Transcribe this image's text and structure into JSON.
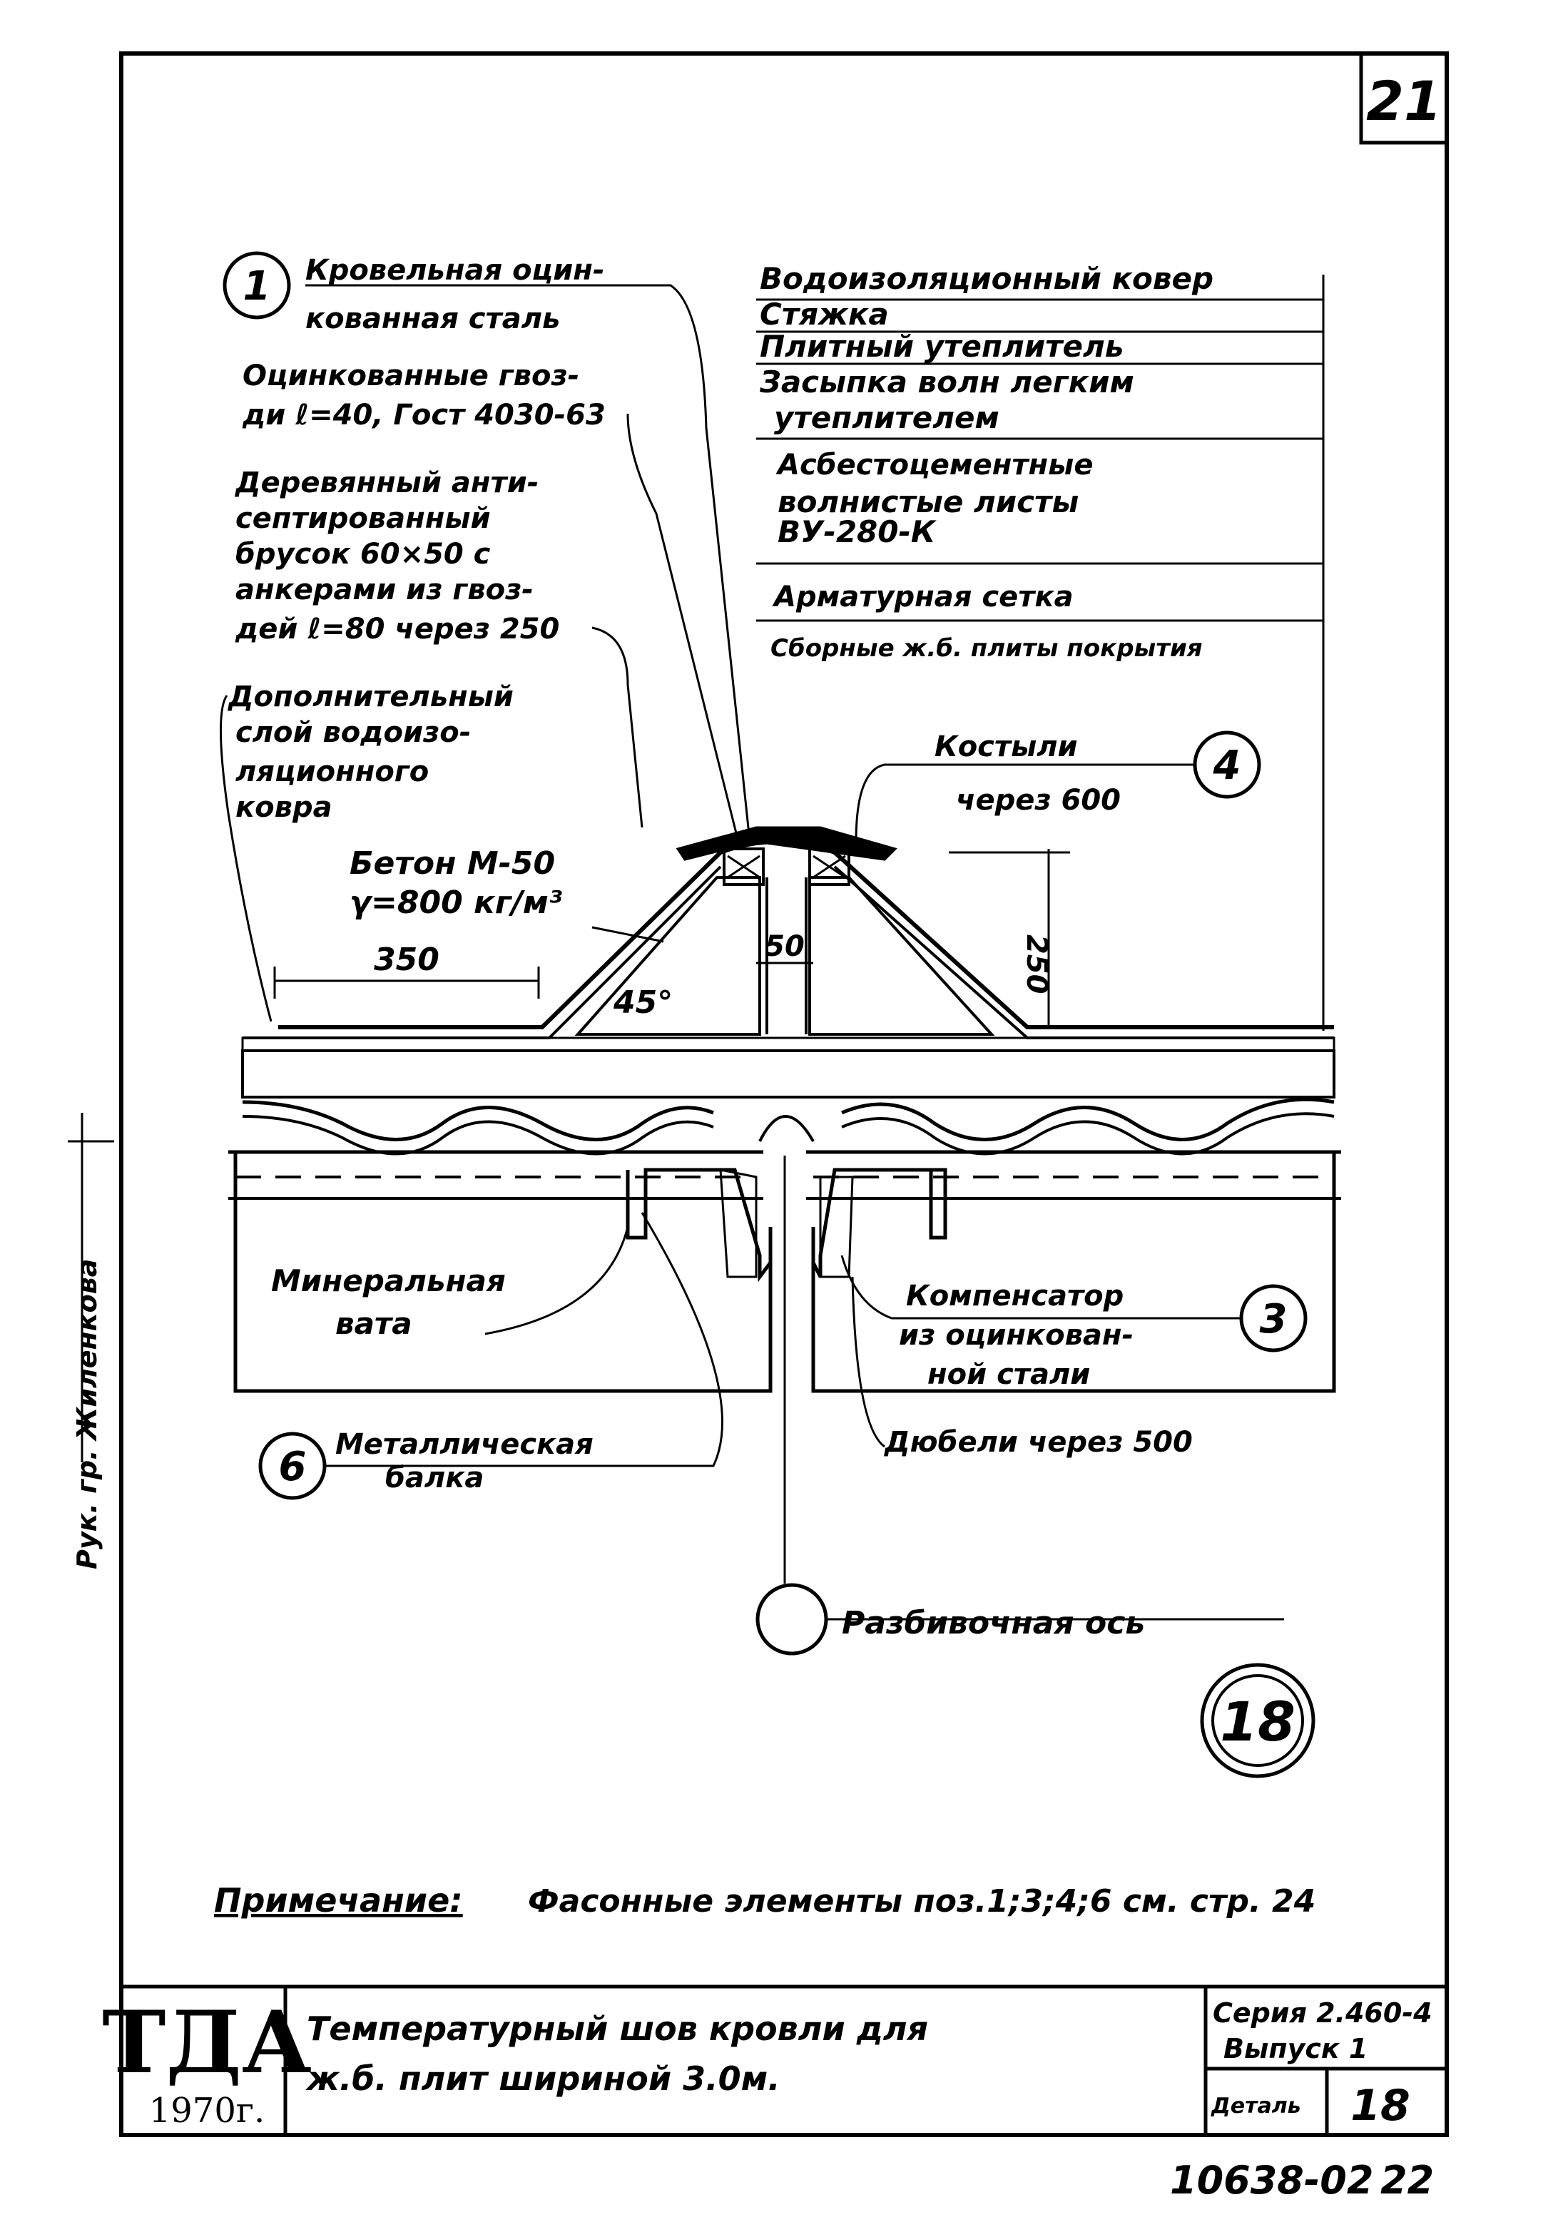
{
  "sheet_number": "21",
  "callouts": {
    "c1": {
      "marker": "1",
      "line1": "Кровельная оцин-",
      "line2": "кованная сталь"
    },
    "c3": {
      "marker": "3",
      "line1": "Компенсатор",
      "line2": "из оцинкован-",
      "line3": "ной стали"
    },
    "c4": {
      "marker": "4",
      "line1": "Костыли",
      "line2": "через 600"
    },
    "c6": {
      "marker": "6",
      "line1": "Металлическая",
      "line2": "балка"
    }
  },
  "left_labels": {
    "nails": [
      "Оцинкованные гвоз-",
      "ди ℓ=40, Гост 4030-63"
    ],
    "bar": [
      "Деревянный анти-",
      "септированный",
      "брусок 60×50 с",
      "анкерами из гвоз-",
      "дей ℓ=80 через 250"
    ],
    "extra_layer": [
      "Дополнительный",
      "слой водоизо-",
      "ляционного",
      "ковра"
    ],
    "concrete": [
      "Бетон М-50",
      "γ=800 кг/м³"
    ],
    "mineral": [
      "Минеральная",
      "вата"
    ],
    "dowels": "Дюбели через 500",
    "axis": "Разбивочная ось"
  },
  "layers": [
    "Водоизоляционный ковер",
    "Стяжка",
    "Плитный утеплитель",
    "Засыпка волн легким",
    "утеплителем",
    "Асбестоцементные",
    "волнистые листы",
    "ВУ-280-К",
    "Арматурная сетка",
    "Сборные ж.б. плиты покрытия"
  ],
  "dims": {
    "d350": "350",
    "d50": "50",
    "d250": "250",
    "angle": "45°"
  },
  "detail_marker": "18",
  "note": {
    "label": "Примечание:",
    "text": "Фасонные элементы поз.1;3;4;6 см. стр. 24"
  },
  "side_stamp": "Рук. гр. Жиленкова",
  "title_block": {
    "org": "ТДА",
    "year": "1970г.",
    "title_line1": "Температурный шов кровли для",
    "title_line2": "ж.б. плит шириной 3.0м.",
    "series": "Серия 2.460-4",
    "issue": "Выпуск 1",
    "detail_label": "Деталь",
    "detail_num": "18"
  },
  "footer": {
    "code": "10638-02",
    "page": "22"
  }
}
